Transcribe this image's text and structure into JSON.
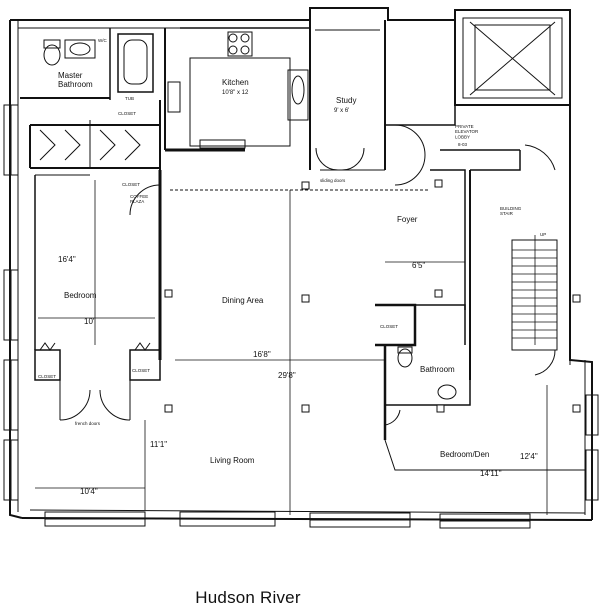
{
  "rooms": {
    "master_bathroom": "Master\nBathroom",
    "kitchen": "Kitchen",
    "kitchen_size": "10'8\" x 12",
    "study": "Study",
    "study_size": "9' x 6'",
    "bedroom": "Bedroom",
    "dining_area": "Dining Area",
    "foyer": "Foyer",
    "bathroom": "Bathroom",
    "living_room": "Living Room",
    "bedroom_den": "Bedroom/Den"
  },
  "small_labels": {
    "closet_1": "CLOSET",
    "closet_2": "CLOSET",
    "closet_3": "CLOSET",
    "closet_4": "CLOSET",
    "closet_5": "CLOSET",
    "elevator": "PRIVATE\nELEVATOR\nLOBBY",
    "elevator_code": "8-03",
    "stair": "BUILDING\nSTAIR",
    "up": "UP",
    "sliding_doors_1": "sliding doors",
    "sliding_doors_2": "french doors",
    "coffee_plaza": "COFFEE\nPLAZA",
    "wc": "W/C",
    "tub": "TUB"
  },
  "dimensions": {
    "bedroom_height": "16'4\"",
    "bedroom_width": "10'",
    "foyer_width": "6'5\"",
    "dining_width": "16'8\"",
    "overall_width": "29'8\"",
    "living_height": "11'1\"",
    "living_width": "10'4\"",
    "den_height": "12'4\"",
    "den_width": "14'11\""
  },
  "caption": "Hudson River"
}
